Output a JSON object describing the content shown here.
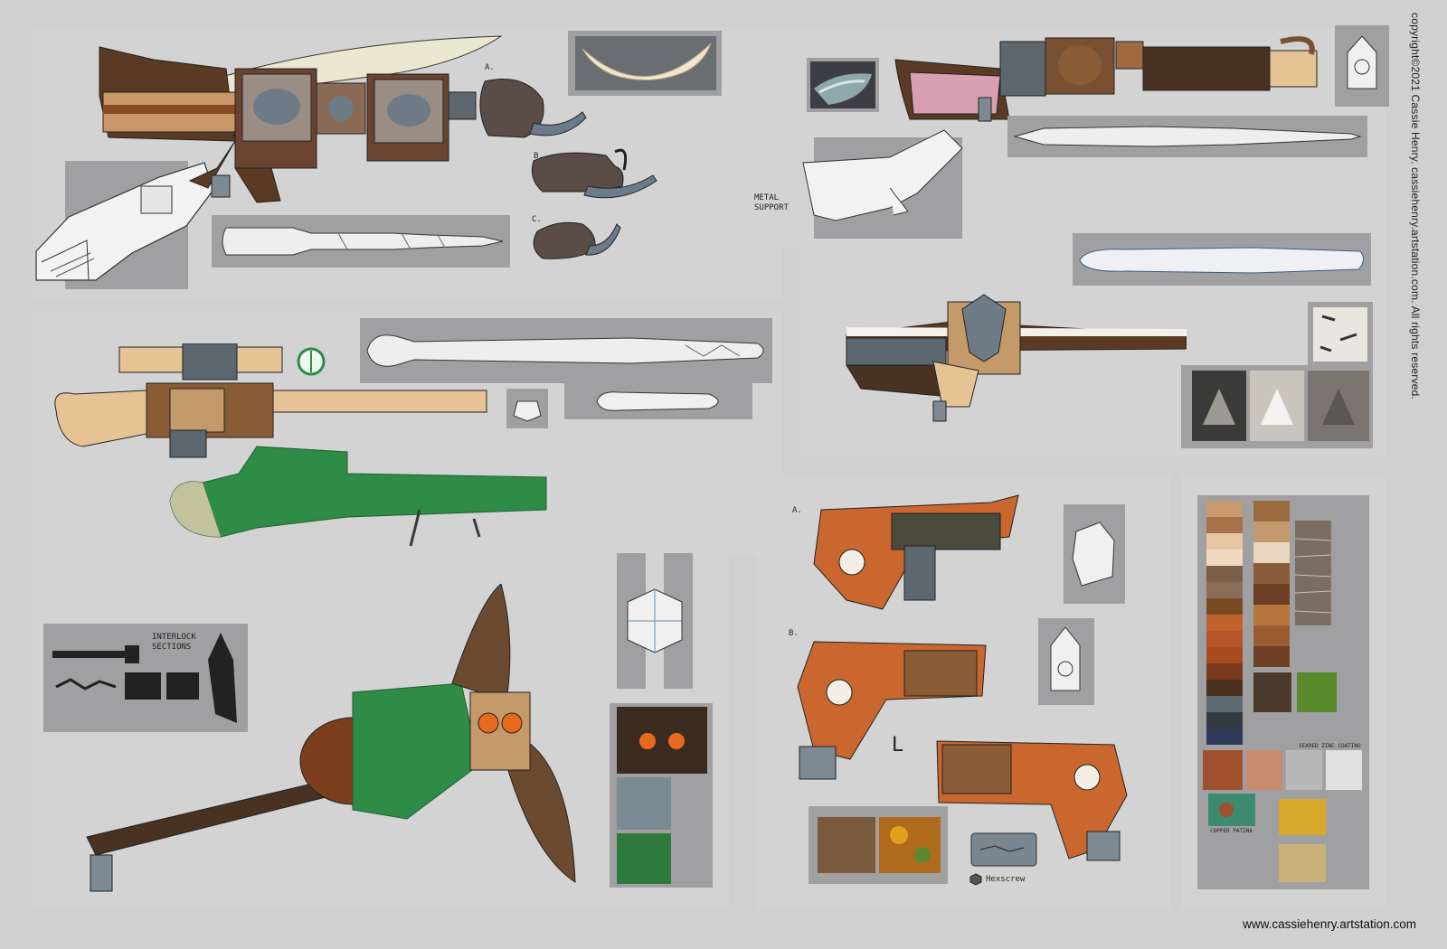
{
  "copyright": "copyright©2021 Cassie Henry. cassiehenry.artstation.com. All rights reserved.",
  "website": "www.cassiehenry.artstation.com",
  "annotations": {
    "elephant_a": "A.",
    "elephant_b": "B.",
    "elephant_c": "C.",
    "metal_support": "METAL SUPPORT",
    "interlock_sections": "INTERLOCK SECTIONS",
    "smg_a": "A.",
    "smg_b": "B.",
    "smg_l": "L",
    "hex_screw": "Hexscrew",
    "seared_zinc": "SEARED ZINC COATING",
    "copper_patina": "COPPER PATINA"
  },
  "colors": {
    "background": "#d0d0d0",
    "panel": "#d3d3d4",
    "frame": "#a0a0a2",
    "wood_dark": "#4a3222",
    "wood_light": "#e5c395",
    "moss_green": "#2e8c47",
    "steel_blue": "#5c6770",
    "owl_brown": "#6b4a30",
    "orange_clay": "#c9672f"
  },
  "palette": {
    "skin_tones": [
      "#c99a6f",
      "#a8714a",
      "#e9c7a5",
      "#f0d9c0",
      "#7c5d45",
      "#8a6e59",
      "#7a4a22",
      "#c0622c",
      "#b5542a",
      "#a84a20",
      "#7a3a1c",
      "#4a2e1e",
      "#5e6a72",
      "#343a40",
      "#2e3b58"
    ],
    "wood_tones": [
      "#9c6a3f",
      "#c29a6e",
      "#e8d7c0",
      "#8a5c3c",
      "#6a3e22",
      "#b8763e",
      "#9c5c32",
      "#6e4026"
    ]
  }
}
